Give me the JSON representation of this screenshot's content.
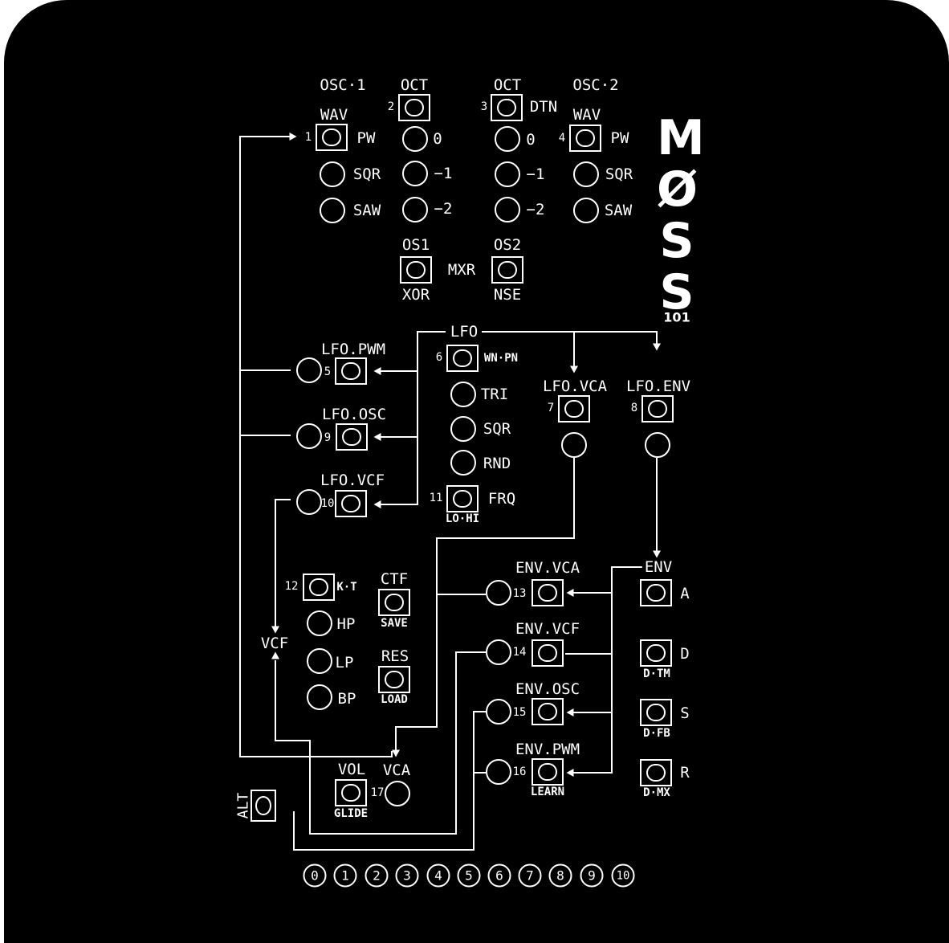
{
  "brand": {
    "logo": [
      "M",
      "Ø",
      "S",
      "S"
    ],
    "model": "101"
  },
  "osc1": {
    "title": "OSC·1",
    "wav": "WAV",
    "pw": "PW",
    "sqr": "SQR",
    "saw": "SAW",
    "btn_num": "1"
  },
  "oct1": {
    "title": "OCT",
    "btn_num": "2",
    "o0": "0",
    "o1": "−1",
    "o2": "−2"
  },
  "oct2": {
    "title": "OCT",
    "btn_num": "3",
    "dtn": "DTN",
    "o0": "0",
    "o1": "−1",
    "o2": "−2"
  },
  "osc2": {
    "title": "OSC·2",
    "wav": "WAV",
    "pw": "PW",
    "sqr": "SQR",
    "saw": "SAW",
    "btn_num": "4"
  },
  "mixer": {
    "os1": "OS1",
    "os2": "OS2",
    "mxr": "MXR",
    "xor": "XOR",
    "nse": "NSE"
  },
  "lfo": {
    "title": "LFO",
    "wave_btn_num": "6",
    "wave_sub": "WN·PN",
    "tri": "TRI",
    "sqr": "SQR",
    "rnd": "RND",
    "frq_btn_num": "11",
    "frq": "FRQ",
    "frq_sub": "LO·HI",
    "pwm": "LFO.PWM",
    "pwm_num": "5",
    "osc": "LFO.OSC",
    "osc_num": "9",
    "vcf": "LFO.VCF",
    "vcf_num": "10",
    "vca": "LFO.VCA",
    "vca_num": "7",
    "env": "LFO.ENV",
    "env_num": "8"
  },
  "filter": {
    "kt_num": "12",
    "kt": "K·T",
    "hp": "HP",
    "lp": "LP",
    "bp": "BP",
    "vcf": "VCF",
    "ctf": "CTF",
    "save": "SAVE",
    "res": "RES",
    "load": "LOAD"
  },
  "env_mods": {
    "vca": "ENV.VCA",
    "vca_num": "13",
    "vcf": "ENV.VCF",
    "vcf_num": "14",
    "osc": "ENV.OSC",
    "osc_num": "15",
    "pwm": "ENV.PWM",
    "pwm_num": "16",
    "learn": "LEARN"
  },
  "env": {
    "title": "ENV",
    "a": "A",
    "d": "D",
    "d_sub": "D·TM",
    "s": "S",
    "s_sub": "D·FB",
    "r": "R",
    "r_sub": "D·MX"
  },
  "out": {
    "vol": "VOL",
    "glide": "GLIDE",
    "vca": "VCA",
    "vca_num": "17",
    "alt": "ALT"
  },
  "scale": [
    "0",
    "1",
    "2",
    "3",
    "4",
    "5",
    "6",
    "7",
    "8",
    "9",
    "10"
  ]
}
